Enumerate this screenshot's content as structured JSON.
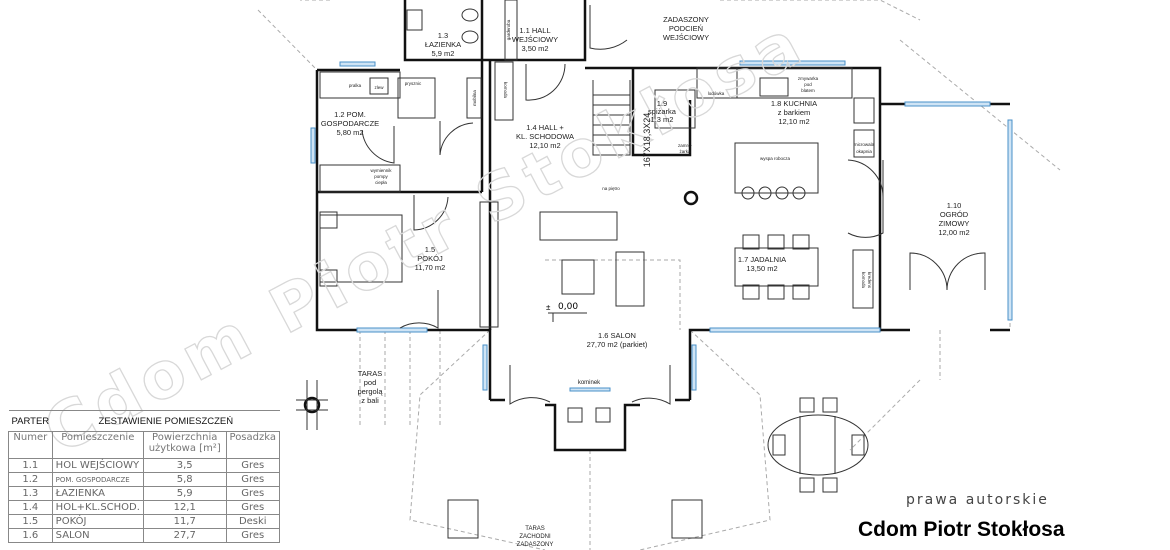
{
  "watermark": "Cdom Piotr Stokłosa",
  "rooms": {
    "r11": [
      "1.1 HALL",
      "WEJŚCIOWY",
      "3,50 m2"
    ],
    "r12": [
      "1.2 POM.",
      "GOSPODARCZE",
      "5,80 m2"
    ],
    "r13": [
      "1.3",
      "ŁAZIENKA",
      "5,9 m2"
    ],
    "r14": [
      "1.4 HALL +",
      "KL. SCHODOWA",
      "12,10 m2"
    ],
    "r15": [
      "1.5",
      "POKÓJ",
      "11,70 m2"
    ],
    "r16": [
      "1.6  SALON",
      "27,70 m2 (parkiet)"
    ],
    "r17": [
      "1.7 JADALNIA",
      "13,50 m2"
    ],
    "r18": [
      "1.8 KUCHNIA",
      "z barkiem",
      "12,10 m2"
    ],
    "r19": [
      "1.9",
      "spiżarka",
      "1.3 m2"
    ],
    "r110": [
      "1.10",
      "OGRÓD",
      "ZIMOWY",
      "12,00 m2"
    ],
    "podcien": [
      "ZADASZONY",
      "PODCIEŃ",
      "WEJŚCIOWY"
    ],
    "taras_pergola": [
      "TARAS",
      "pod",
      "pergolą",
      "z bali"
    ],
    "taras_zach": [
      "TARAS",
      "ZACHODNI",
      "ZADASZONY"
    ]
  },
  "fixtures": {
    "pralka": "pralka",
    "zlew": "zlew",
    "prysznic": "prysznic",
    "garderoba": "garderoba",
    "komoda": "komoda",
    "mobilna": "mobilna",
    "wymiennik": [
      "wymiennik",
      "pompy",
      "ciepła"
    ],
    "lodowka": "lodówka",
    "zmywarka": [
      "zmywarka",
      "pod",
      "blatem"
    ],
    "zamrazarka": [
      "zamro-",
      "żarka"
    ],
    "wyspa": "wyspa  robocza",
    "mikrofala": [
      "microwala",
      "okapnia"
    ],
    "komoda_kredens": [
      "komoda",
      "kredens"
    ],
    "kominek": "kominek",
    "na_pietro": "na piętro",
    "stairs": "167X18,3X24",
    "level": "0,00",
    "level_sign": "±"
  },
  "table": {
    "floor": "PARTER",
    "title": "ZESTAWIENIE POMIESZCZEŃ",
    "headers": [
      "Numer",
      "Pomieszczenie",
      "Powierzchnia użytkowa [m²]",
      "Posadzka"
    ],
    "rows": [
      [
        "1.1",
        "HOL WEJŚCIOWY",
        "3,5",
        "Gres"
      ],
      [
        "1.2",
        "POM. GOSPODARCZE",
        "5,8",
        "Gres"
      ],
      [
        "1.3",
        "ŁAZIENKA",
        "5,9",
        "Gres"
      ],
      [
        "1.4",
        "HOL+KL.SCHOD.",
        "12,1",
        "Gres"
      ],
      [
        "1.5",
        "POKÓJ",
        "11,7",
        "Deski"
      ],
      [
        "1.6",
        "SALON",
        "27,7",
        "Gres"
      ]
    ]
  },
  "credits": {
    "rights": "prawa autorskie",
    "author": "Cdom  Piotr Stokłosa"
  }
}
